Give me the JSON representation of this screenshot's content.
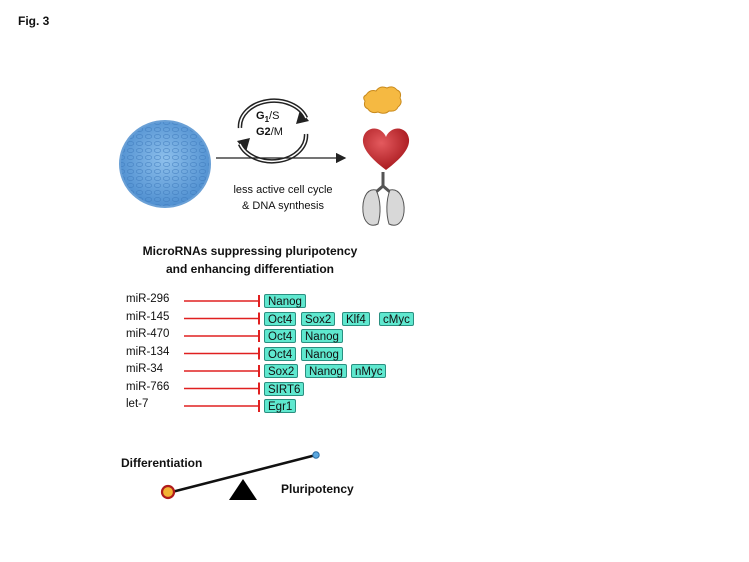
{
  "figure_label": "Fig. 3",
  "cell_cycle": {
    "phase_1": "G",
    "phase_1_sub": "1",
    "phase_1_suffix": "/S",
    "phase_2": "G2",
    "phase_2_suffix": "/M"
  },
  "caption_line1": "less active cell cycle",
  "caption_line2": "& DNA synthesis",
  "heading_line1": "MicroRNAs suppressing pluripotency",
  "heading_line2": "and enhancing differentiation",
  "inhibition_rows": [
    {
      "mirna": "miR-296",
      "targets": [
        "Nanog"
      ]
    },
    {
      "mirna": "miR-145",
      "targets": [
        "Oct4",
        "Sox2",
        "Klf4",
        "cMyc"
      ]
    },
    {
      "mirna": "miR-470",
      "targets": [
        "Oct4",
        "Nanog"
      ]
    },
    {
      "mirna": "miR-134",
      "targets": [
        "Oct4",
        "Nanog"
      ]
    },
    {
      "mirna": "miR-34",
      "targets": [
        "Sox2",
        "Nanog",
        "nMyc"
      ]
    },
    {
      "mirna": "miR-766",
      "targets": [
        "SIRT6"
      ]
    },
    {
      "mirna": "let-7",
      "targets": [
        "Egr1"
      ]
    }
  ],
  "balance": {
    "left_label": "Differentiation",
    "right_label": "Pluripotency"
  },
  "organ_icons": [
    "pancreas-icon",
    "heart-icon",
    "lung-icon"
  ],
  "colors": {
    "inhibition_line": "#e02020",
    "gene_box": "#5fe8cf",
    "stem_cell": "#6fa8dc",
    "heart": "#c0262b",
    "pancreas": "#f5b942"
  }
}
